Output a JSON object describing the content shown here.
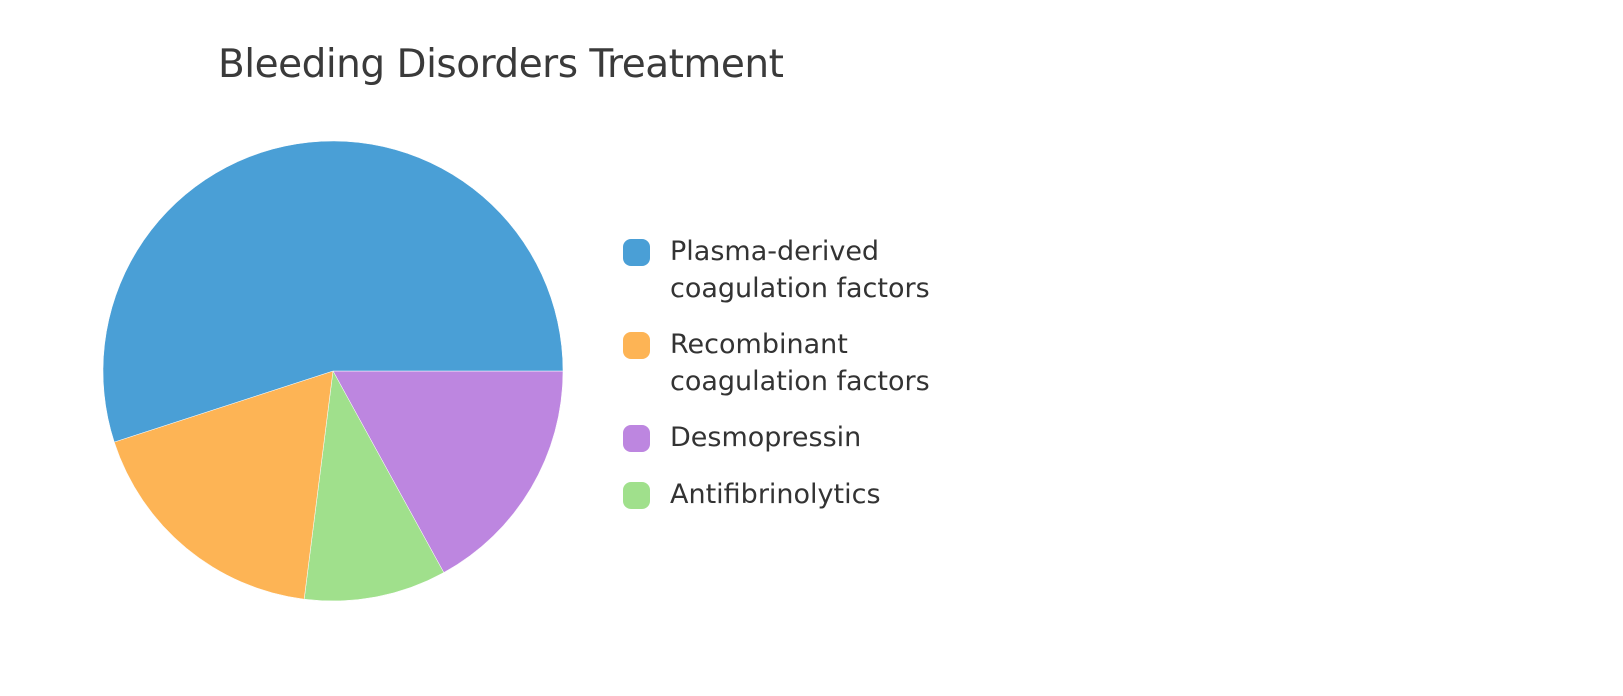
{
  "chart_data": {
    "type": "pie",
    "title": "Bleeding Disorders Treatment",
    "legend_position": "right",
    "slices": [
      {
        "label": "Plasma-derived coagulation factors",
        "label_lines": [
          "Plasma-derived",
          "coagulation factors"
        ],
        "value": 55,
        "color": "#4A9FD6"
      },
      {
        "label": "Recombinant coagulation factors",
        "label_lines": [
          "Recombinant",
          "coagulation factors"
        ],
        "value": 18,
        "color": "#FDB455"
      },
      {
        "label": "Antifibrinolytics",
        "label_lines": [
          "Antifibrinolytics"
        ],
        "value": 10,
        "color": "#A0E08C"
      },
      {
        "label": "Desmopressin",
        "label_lines": [
          "Desmopressin"
        ],
        "value": 17,
        "color": "#BD86E0"
      }
    ],
    "legend_order": [
      "Plasma-derived coagulation factors",
      "Recombinant coagulation factors",
      "Desmopressin",
      "Antifibrinolytics"
    ]
  }
}
